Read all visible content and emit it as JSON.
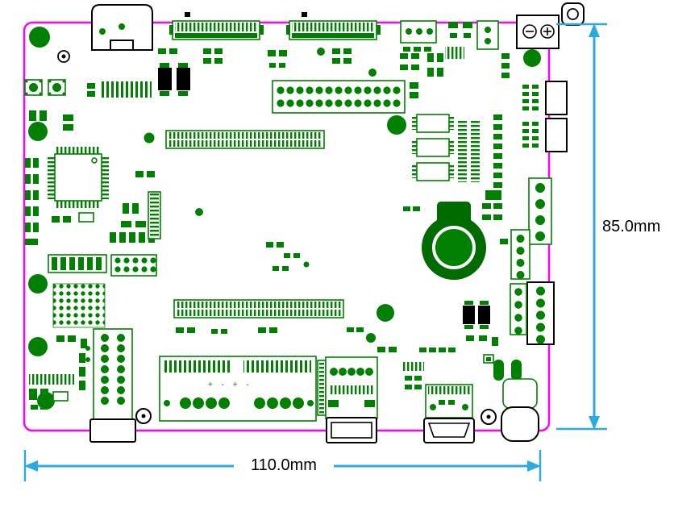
{
  "diagram": {
    "type": "pcb-dimension-drawing",
    "board_width_label": "110.0mm",
    "board_height_label": "85.0mm",
    "polarity_marks": "+ - + -"
  },
  "colors": {
    "background": "#ffffff",
    "board_outline": "#ff00ff",
    "silkscreen": "#008000",
    "silkscreen_dark": "#006b00",
    "dimension": "#29abe2",
    "connector_outline": "#000000",
    "label_text": "#000000"
  }
}
